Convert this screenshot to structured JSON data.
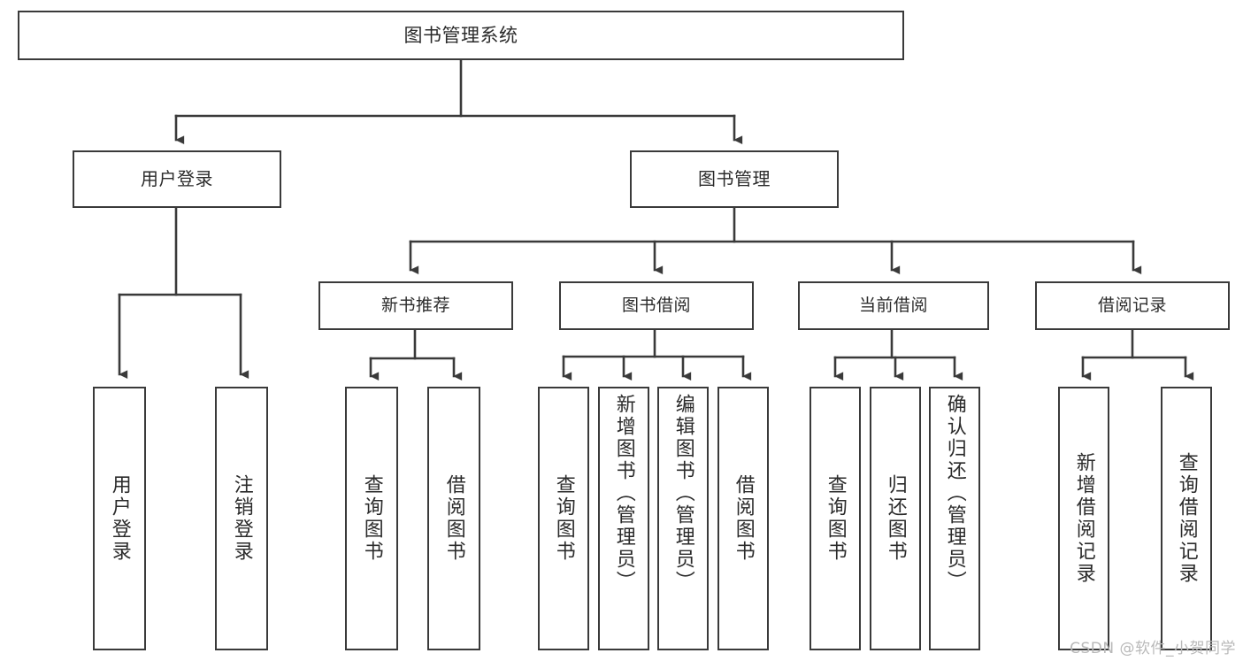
{
  "diagram": {
    "type": "tree",
    "title": "图书管理系统",
    "orientation": "top-down",
    "arrowhead": "filled-triangle",
    "colors": {
      "stroke": "#3a3a3a",
      "fill": "#ffffff",
      "text": "#2b2b2b",
      "watermark": "#b9b9b9"
    },
    "root": {
      "label": "图书管理系统"
    },
    "level1": [
      {
        "label": "用户登录"
      },
      {
        "label": "图书管理"
      }
    ],
    "level2": [
      {
        "label": "新书推荐"
      },
      {
        "label": "图书借阅"
      },
      {
        "label": "当前借阅"
      },
      {
        "label": "借阅记录"
      }
    ],
    "leaves": {
      "user_login": [
        {
          "label": "用户登录"
        },
        {
          "label": "注销登录"
        }
      ],
      "new_book_recommend": [
        {
          "label": "查询图书"
        },
        {
          "label": "借阅图书"
        }
      ],
      "book_borrow": [
        {
          "label": "查询图书"
        },
        {
          "label": "新增图书（管理员）"
        },
        {
          "label": "编辑图书（管理员）"
        },
        {
          "label": "借阅图书"
        }
      ],
      "current_borrow": [
        {
          "label": "查询图书"
        },
        {
          "label": "归还图书"
        },
        {
          "label": "确认归还（管理员）"
        }
      ],
      "borrow_record": [
        {
          "label": "新增借阅记录"
        },
        {
          "label": "查询借阅记录"
        }
      ]
    }
  },
  "watermark": {
    "text": "CSDN @软件_小贺同学"
  }
}
